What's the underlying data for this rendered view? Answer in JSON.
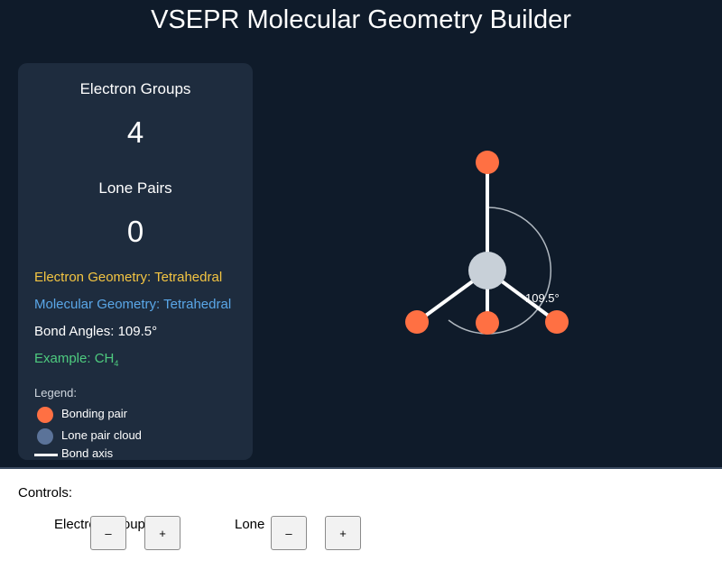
{
  "header": {
    "title": "VSEPR Molecular Geometry Builder"
  },
  "info": {
    "electron_groups_label": "Electron Groups",
    "electron_groups_value": "4",
    "lone_pairs_label": "Lone Pairs",
    "lone_pairs_value": "0",
    "electron_geometry": "Electron Geometry: Tetrahedral",
    "molecular_geometry": "Molecular Geometry: Tetrahedral",
    "bond_angles": "Bond Angles: 109.5°",
    "example_prefix": "Example: CH",
    "example_subscript": "4"
  },
  "legend": {
    "title": "Legend:",
    "items": [
      {
        "label": "Bonding pair",
        "color": "#ff7043"
      },
      {
        "label": "Lone pair cloud",
        "color": "#5b7399"
      },
      {
        "label": "Bond axis",
        "color": "#ffffff"
      }
    ]
  },
  "molecule": {
    "angle_label": "109.5°",
    "central_atom_color": "#c8d0d8",
    "bonding_atom_color": "#ff7043",
    "bond_color": "#ffffff",
    "arc_color": "#b0b8c0"
  },
  "controls": {
    "title": "Controls:",
    "electron_label": "Electron Groups",
    "lone_label": "Lone",
    "minus": "–",
    "plus": "+"
  }
}
